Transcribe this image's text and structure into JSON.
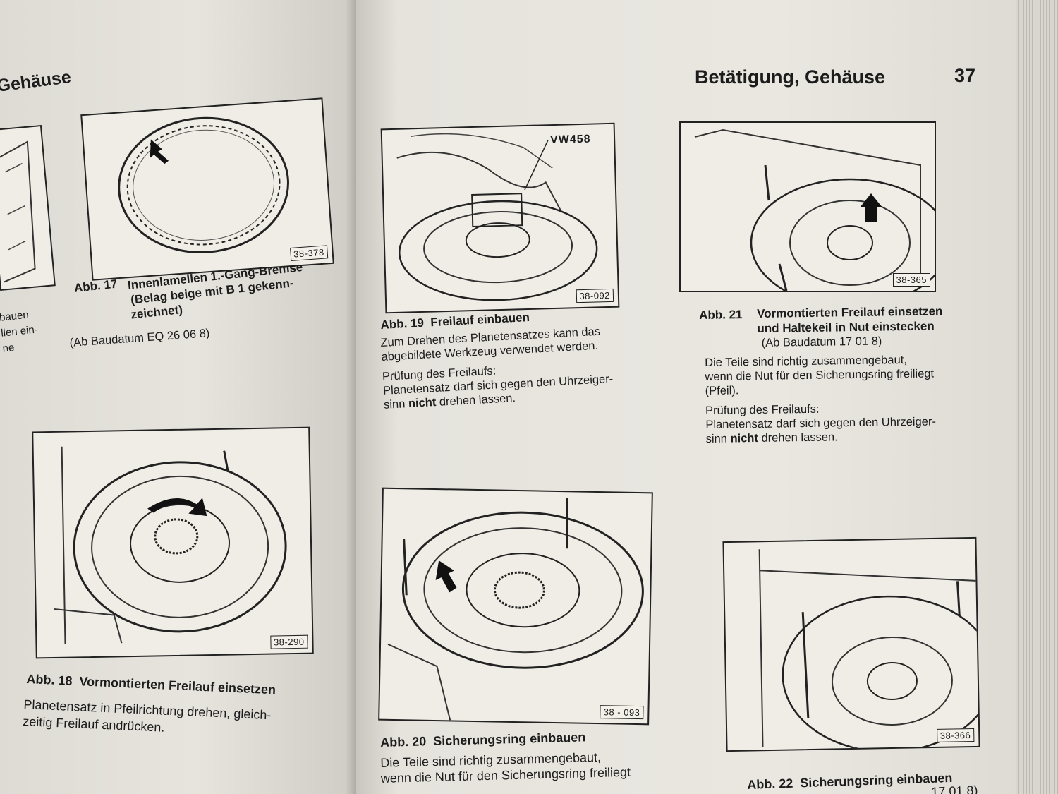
{
  "left_page": {
    "header": "Gehäuse",
    "edge_text": [
      "bauen",
      "llen ein-",
      "ne"
    ],
    "fig17": {
      "label": "38-378",
      "caption_num": "Abb. 17",
      "caption_lines": [
        "Innenlamellen 1.-Gang-Bremse",
        "(Belag beige mit B 1 gekenn-",
        "zeichnet)"
      ],
      "note": "(Ab Baudatum EQ 26 06 8)"
    },
    "fig18": {
      "label": "38-290",
      "caption_num": "Abb. 18",
      "caption_title": "Vormontierten Freilauf einsetzen",
      "text_lines": [
        "Planetensatz in Pfeilrichtung drehen, gleich-",
        "zeitig Freilauf andrücken."
      ]
    }
  },
  "right_page": {
    "header_title": "Betätigung, Gehäuse",
    "page_number": "37",
    "fig19": {
      "label": "38-092",
      "tool_label": "VW458",
      "caption_num": "Abb. 19",
      "caption_title": "Freilauf einbauen",
      "text_lines": [
        "Zum Drehen des Planetensatzes kann das",
        "abgebildete Werkzeug verwendet werden."
      ],
      "check_lines": [
        "Prüfung des Freilaufs:",
        "Planetensatz darf sich gegen den Uhrzeiger-"
      ],
      "last_line_pre": "sinn ",
      "last_line_bold": "nicht",
      "last_line_post": " drehen lassen."
    },
    "fig21": {
      "label": "38-365",
      "caption_num": "Abb. 21",
      "caption_lines": [
        "Vormontierten Freilauf einsetzen",
        "und Haltekeil in Nut einstecken"
      ],
      "note": "(Ab Baudatum 17 01 8)",
      "text_lines": [
        "Die Teile sind richtig zusammengebaut,",
        "wenn die Nut für den Sicherungsring freiliegt",
        "(Pfeil)."
      ],
      "check_lines": [
        "Prüfung des Freilaufs:",
        "Planetensatz darf sich gegen den Uhrzeiger-"
      ],
      "last_line_pre": "sinn ",
      "last_line_bold": "nicht",
      "last_line_post": " drehen lassen."
    },
    "fig20": {
      "label": "38 - 093",
      "caption_num": "Abb. 20",
      "caption_title": "Sicherungsring einbauen",
      "text_lines": [
        "Die Teile sind richtig zusammengebaut,",
        "wenn die Nut für den Sicherungsring freiliegt"
      ]
    },
    "fig22": {
      "label": "38-366",
      "caption_num": "Abb. 22",
      "caption_title": "Sicherungsring einbauen",
      "cut_text": "17 01 8)"
    }
  }
}
